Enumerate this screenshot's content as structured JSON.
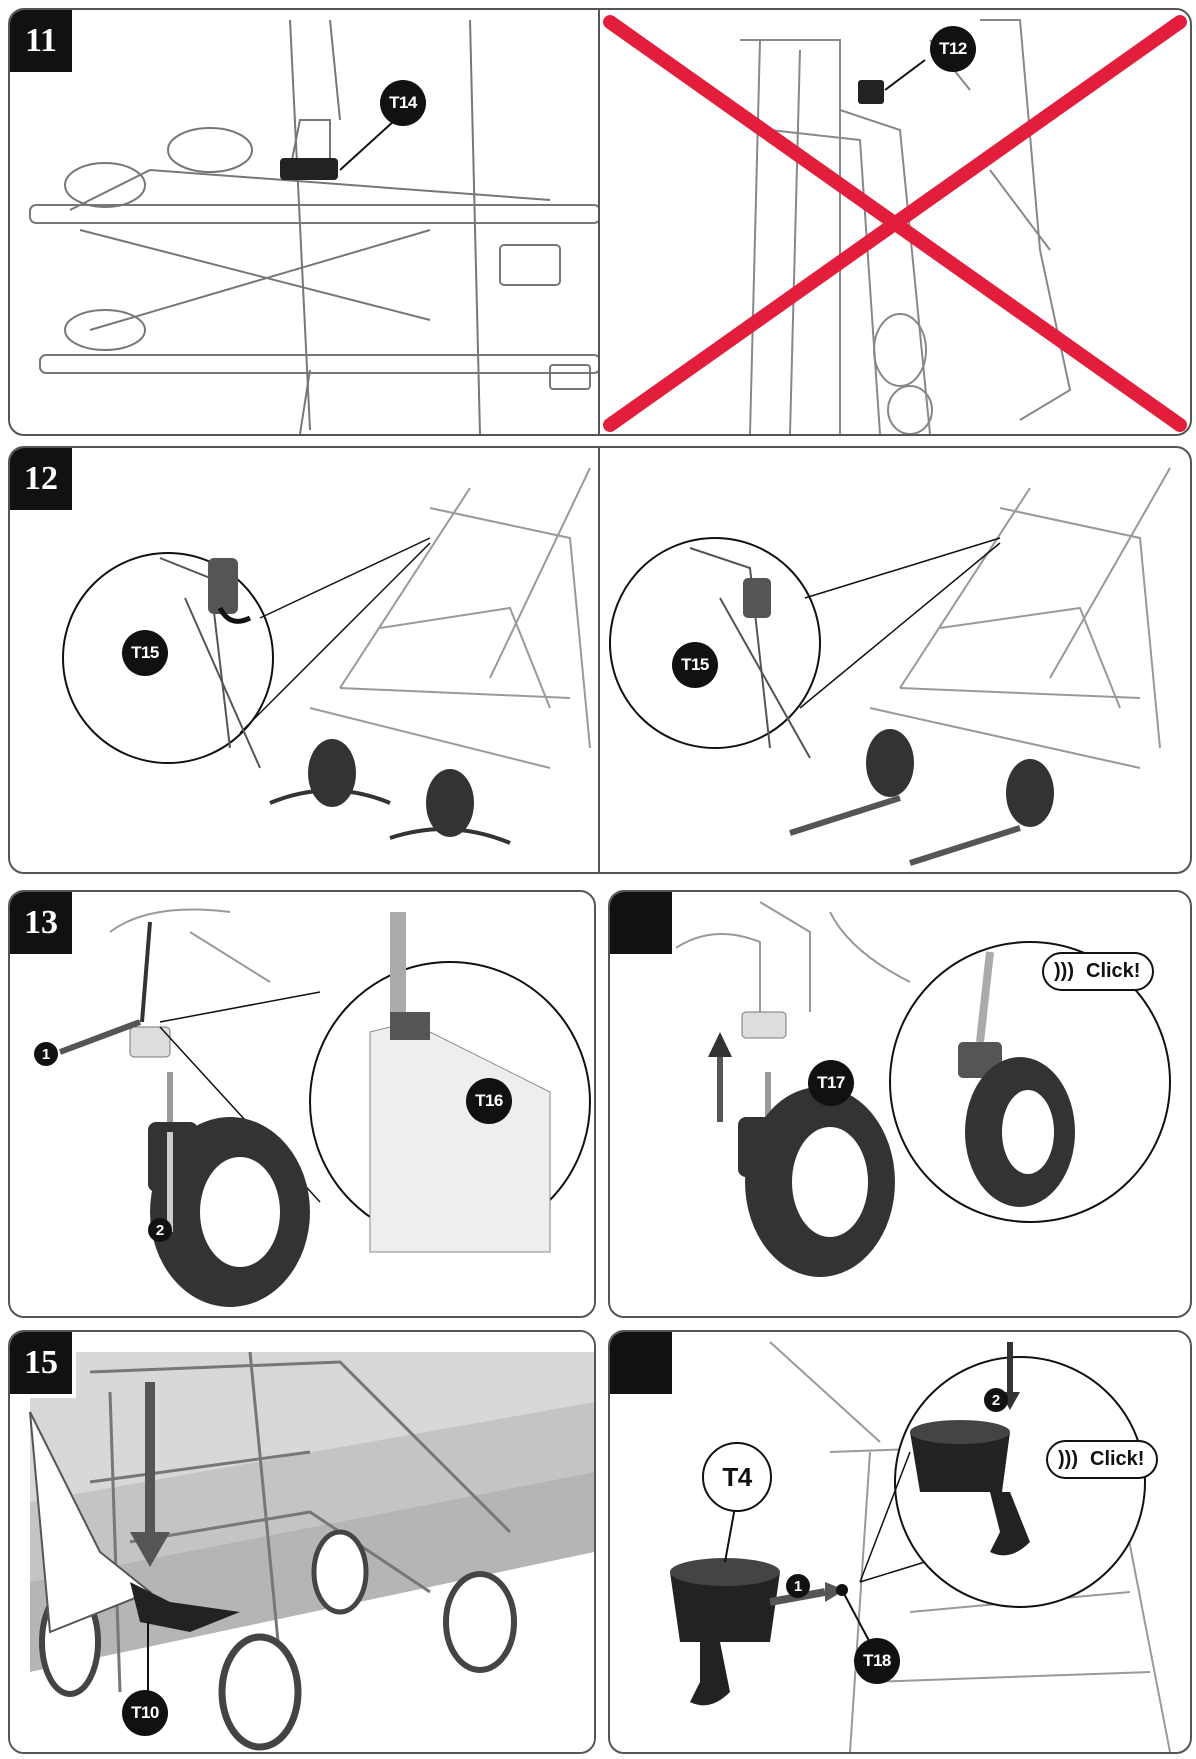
{
  "steps": {
    "s11": "11",
    "s12": "12",
    "s13": "13",
    "s14": "",
    "s15": "15",
    "s16": ""
  },
  "callouts": {
    "t14": "T14",
    "t12": "T12",
    "t15a": "T15",
    "t15b": "T15",
    "t16": "T16",
    "t17": "T17",
    "t10": "T10",
    "t4": "T4",
    "t18": "T18"
  },
  "numbers": {
    "n1a": "1",
    "n2a": "2",
    "n1b": "1",
    "n2b": "2"
  },
  "bubbles": {
    "click1": "Click!",
    "click2": "Click!"
  },
  "colors": {
    "forbidden_cross": "#e31e3c",
    "ink": "#111111",
    "light_line": "#9a9a9a",
    "stair": "#b5b5b5"
  }
}
